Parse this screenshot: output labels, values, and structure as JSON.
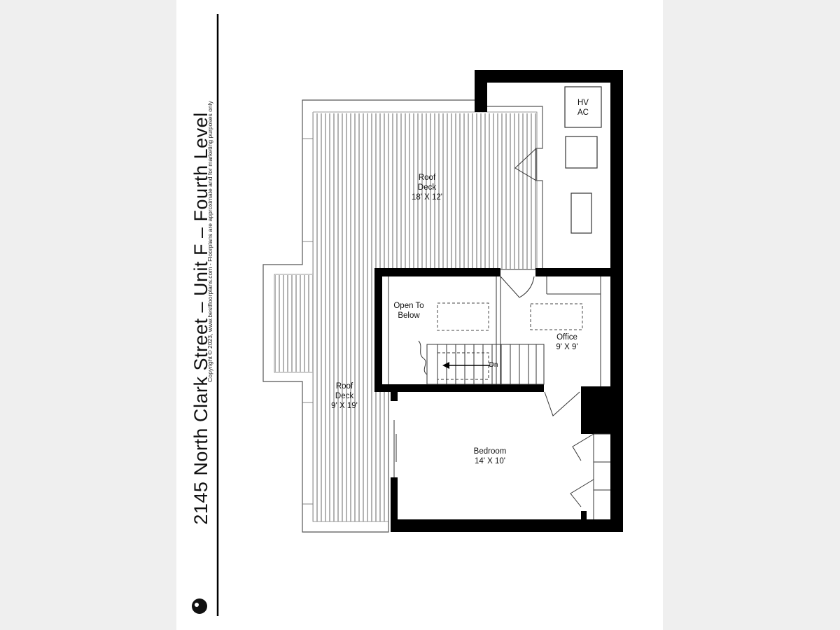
{
  "title": "2145 North Clark Street – Unit F – Fourth Level",
  "copyright": "Copyright © 2023, www.bestfloorplans.com - Floorplans are approximate and for marketing purposes only",
  "rooms": [
    {
      "name": "Roof",
      "name2": "Deck",
      "dims": "18' X 12'"
    },
    {
      "name": "Roof",
      "name2": "Deck",
      "dims": "9' X 19'"
    },
    {
      "name": "Open To",
      "name2": "Below",
      "dims": ""
    },
    {
      "name": "Office",
      "name2": "",
      "dims": "9' X 9'"
    },
    {
      "name": "Bedroom",
      "name2": "",
      "dims": "14' X 10'"
    },
    {
      "name": "HV",
      "name2": "AC",
      "dims": ""
    }
  ],
  "stair_label": "Dn",
  "icons": {
    "logo": "dog-logo-icon"
  }
}
